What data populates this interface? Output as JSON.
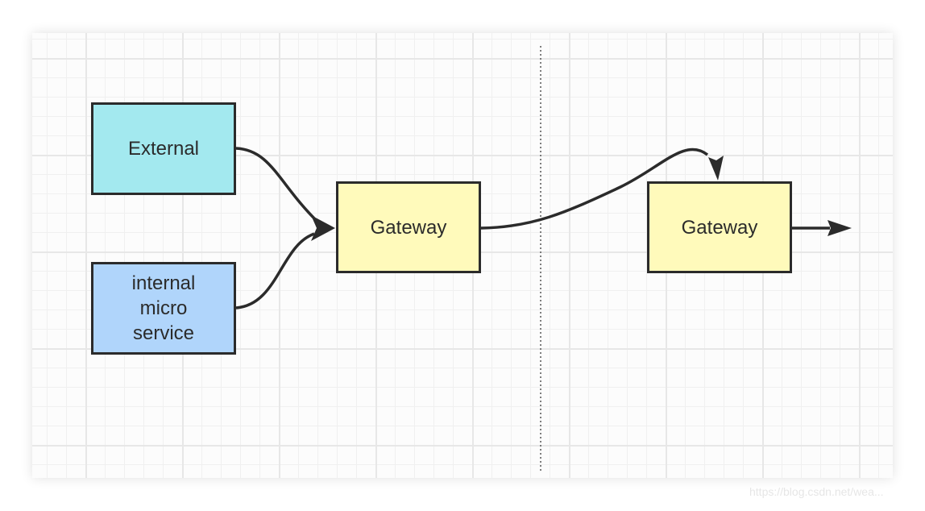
{
  "nodes": {
    "external": {
      "label": "External",
      "fill": "#a3e9ef"
    },
    "internal": {
      "lines": [
        "internal",
        "micro",
        "service"
      ],
      "fill": "#b0d5fb"
    },
    "gateway_left": {
      "label": "Gateway",
      "fill": "#fffabb"
    },
    "gateway_right": {
      "label": "Gateway",
      "fill": "#fffabb"
    }
  },
  "colors": {
    "stroke": "#2b2b2b",
    "divider": "#555555",
    "grid_major": "#e7e7e7",
    "grid_minor": "#f0f0f0"
  },
  "watermark": "https://blog.csdn.net/wea..."
}
